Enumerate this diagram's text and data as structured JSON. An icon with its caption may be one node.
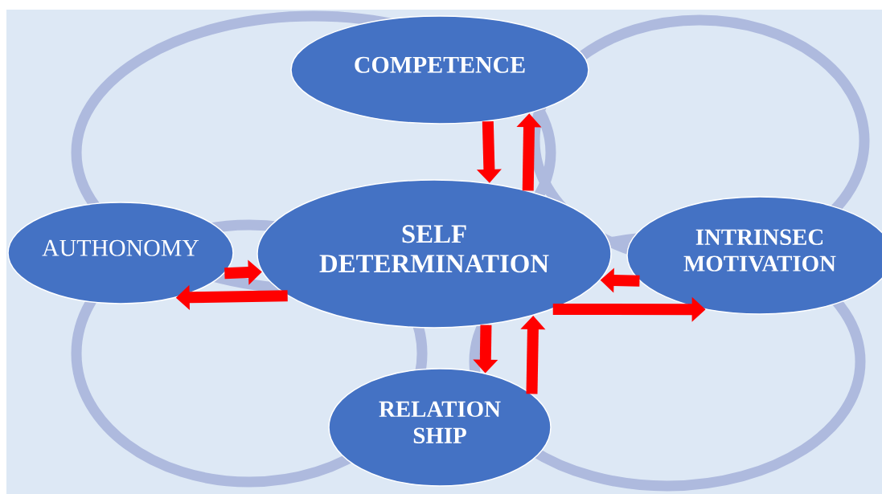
{
  "diagram": {
    "nodes": [
      {
        "text": [
          "COMPETENCE"
        ]
      },
      {
        "text": [
          "AUTHONOMY"
        ]
      },
      {
        "text": [
          "SELF DETERMINATION"
        ]
      },
      {
        "text": [
          "INTRINSEC MOTIVATION"
        ]
      },
      {
        "text": [
          "RELATION SHIP"
        ]
      }
    ],
    "edges": [
      {
        "from": 0,
        "to": 2,
        "arrow": "to"
      },
      {
        "from": 2,
        "to": 0,
        "arrow": "to"
      },
      {
        "from": 1,
        "to": 2,
        "arrow": "to"
      },
      {
        "from": 2,
        "to": 1,
        "arrow": "to"
      },
      {
        "from": 3,
        "to": 2,
        "arrow": "to"
      },
      {
        "from": 2,
        "to": 3,
        "arrow": "to"
      },
      {
        "from": 2,
        "to": 4,
        "arrow": "to"
      },
      {
        "from": 4,
        "to": 2,
        "arrow": "to"
      }
    ]
  }
}
